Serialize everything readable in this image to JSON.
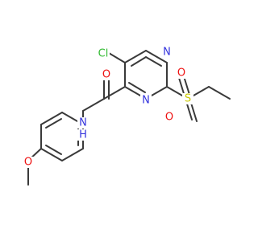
{
  "molecule": {
    "colors": {
      "bond": "#3a3a3a",
      "O": "#ee1111",
      "N": "#3333dd",
      "S": "#c9c900",
      "Cl": "#33bb33"
    },
    "atoms": {
      "cl": "Cl",
      "n1": "N",
      "n3": "N",
      "s": "S",
      "o_s1": "O",
      "o_s2": "O",
      "o_amide": "O",
      "nh": "N",
      "h": "H",
      "o_methoxy": "O"
    }
  }
}
